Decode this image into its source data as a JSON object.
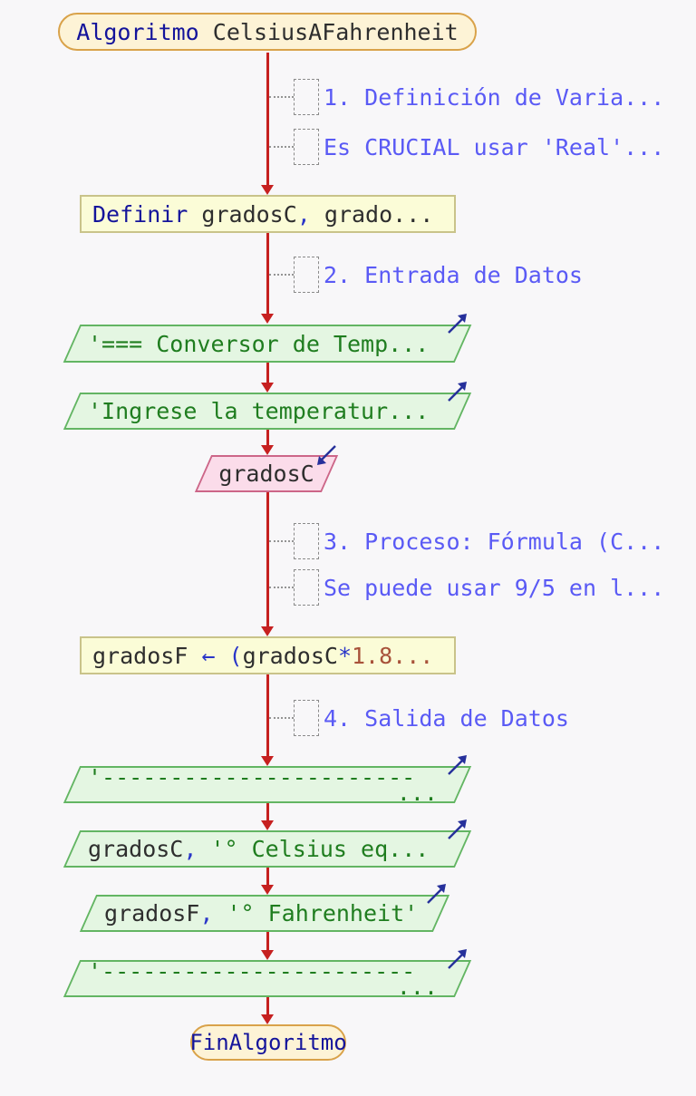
{
  "flowchart": {
    "title_node": {
      "keyword": "Algoritmo",
      "name": " CelsiusAFahrenheit"
    },
    "end_node": {
      "keyword": "FinAlgoritmo"
    },
    "comments": [
      {
        "label": "1. Definición de Varia..."
      },
      {
        "label": "Es CRUCIAL usar 'Real'..."
      },
      {
        "label": "2. Entrada de Datos"
      },
      {
        "label": "3. Proceso: Fórmula (C..."
      },
      {
        "label": "Se puede usar 9/5 en l..."
      },
      {
        "label": "4. Salida de Datos"
      }
    ],
    "define_node": {
      "keyword": "Definir",
      "vars": " gradosC",
      "comma": ",",
      "rest": " grado..."
    },
    "assign_node": {
      "lhs": "gradosF",
      "op": " ← ",
      "paren": "(",
      "var": "gradosC",
      "mul": "*",
      "num": "1.8..."
    },
    "write1": {
      "text": "'=== Conversor de Temp..."
    },
    "write2": {
      "text": "'Ingrese la temperatur..."
    },
    "read1": {
      "var": "gradosC"
    },
    "write3": {
      "text": "'-----------------------",
      "ellipsis": "..."
    },
    "write4": {
      "var": "gradosC",
      "comma": ",",
      "text": " '° Celsius eq..."
    },
    "write5": {
      "var": "gradosF",
      "comma": ",",
      "text": " '° Fahrenheit'"
    },
    "write6": {
      "text": "'-----------------------",
      "ellipsis": "..."
    },
    "colors": {
      "connector": "#c62020",
      "keyword": "#14149b",
      "string": "#1f7d1f",
      "comment": "#5a5af5",
      "terminal_fill": "#fdf3d6",
      "process_fill": "#fbfcd7",
      "output_fill": "#e4f6e2",
      "input_fill": "#fbdcea"
    }
  }
}
